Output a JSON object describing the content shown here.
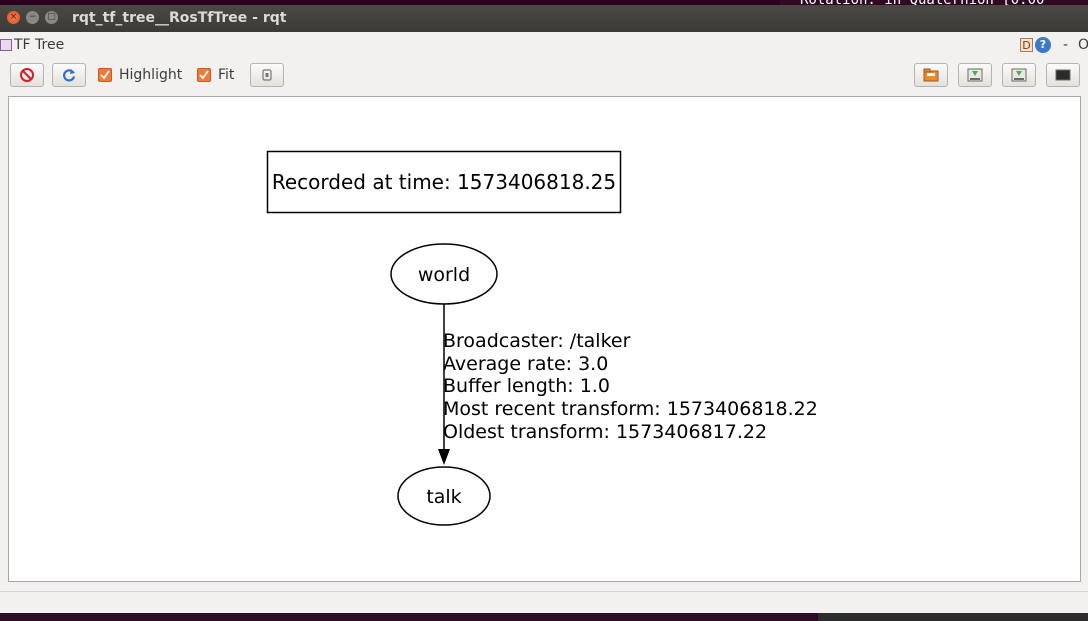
{
  "background_terminal": {
    "text": "Rotation: in Quaternion [0.00"
  },
  "window": {
    "title": "rqt_tf_tree__RosTfTree - rqt",
    "controls": {
      "close": "×",
      "minimize": "−",
      "maximize": "□"
    }
  },
  "dock": {
    "title": "TF Tree",
    "d_label": "D",
    "help_label": "?",
    "minimize_label": "-",
    "close_label": "O"
  },
  "toolbar": {
    "highlight": {
      "label": "Highlight",
      "checked": true
    },
    "fit": {
      "label": "Fit",
      "checked": true
    },
    "icons": [
      "stop-icon",
      "refresh-icon",
      "fit-view-icon",
      "open-file-icon",
      "save-dot-icon",
      "save-image-icon",
      "screenshot-icon"
    ]
  },
  "graph": {
    "recorded_label": "Recorded at time: 1573406818.25",
    "nodes": {
      "world": "world",
      "talk": "talk"
    },
    "edge": {
      "lines": [
        "Broadcaster: /talker",
        "Average rate: 3.0",
        "Buffer length: 1.0",
        "Most recent transform: 1573406818.22",
        "Oldest transform: 1573406817.22"
      ]
    }
  },
  "colors": {
    "titlebar": "#3c3b37",
    "accent": "#ef7a3d",
    "background": "#2c001e"
  }
}
